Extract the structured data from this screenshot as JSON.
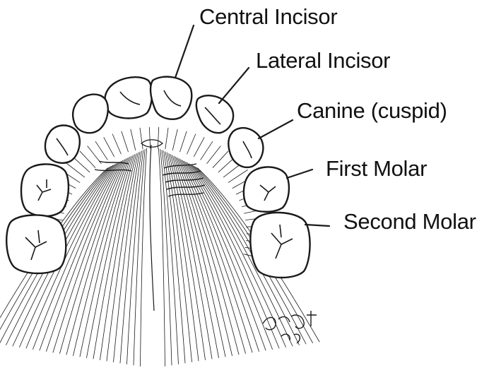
{
  "figure": {
    "labels": {
      "central_incisor": "Central Incisor",
      "lateral_incisor": "Lateral Incisor",
      "canine": "Canine (cuspid)",
      "first_molar": "First Molar",
      "second_molar": "Second Molar"
    },
    "signature": "Ehren Geier 89"
  },
  "colors": {
    "ink": "#1a1a1a",
    "tooth_fill": "#ffffff",
    "background": "#ffffff"
  }
}
